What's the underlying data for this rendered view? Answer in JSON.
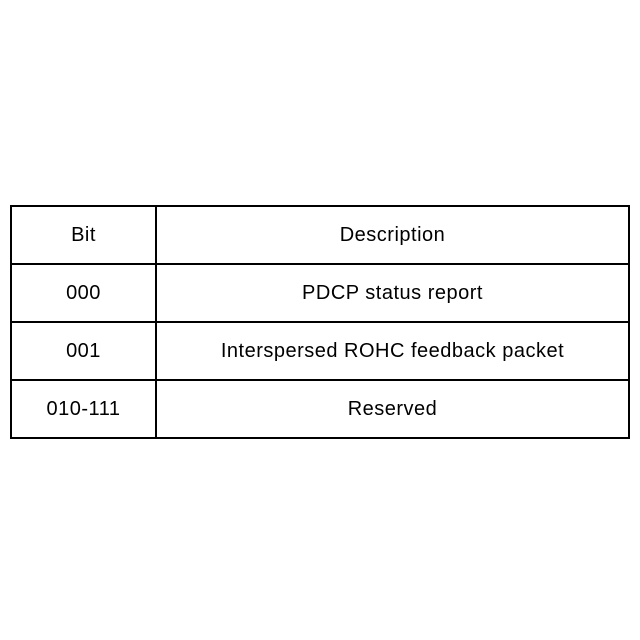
{
  "table": {
    "headers": {
      "bit": "Bit",
      "description": "Description"
    },
    "rows": [
      {
        "bit": "000",
        "description": "PDCP status report"
      },
      {
        "bit": "001",
        "description": "Interspersed ROHC feedback packet"
      },
      {
        "bit": "010-111",
        "description": "Reserved"
      }
    ]
  },
  "colors": {
    "border": "#000000",
    "background": "#ffffff",
    "text": "#000000"
  }
}
